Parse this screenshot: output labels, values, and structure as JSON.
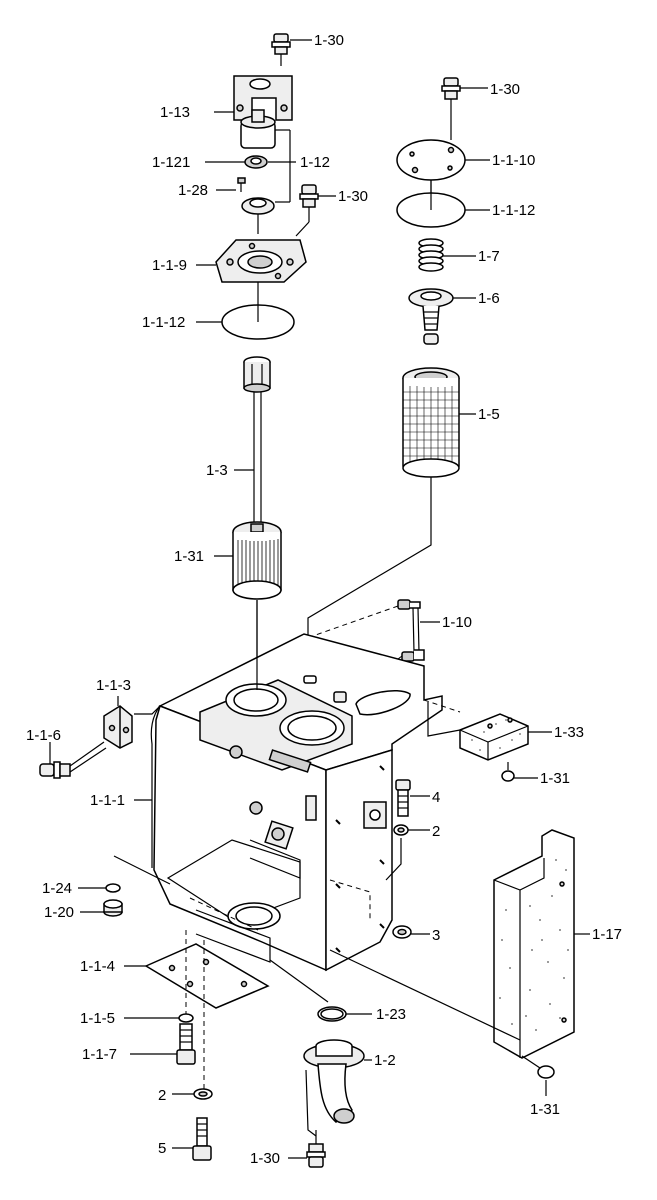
{
  "labels": {
    "l1_30a": "1-30",
    "l1_13": "1-13",
    "l1_121": "1-121",
    "l1_12": "1-12",
    "l1_28": "1-28",
    "l1_30b": "1-30",
    "l1_1_9": "1-1-9",
    "l1_1_12a": "1-1-12",
    "l1_3": "1-3",
    "l1_31a": "1-31",
    "l1_30c": "1-30",
    "l1_1_10": "1-1-10",
    "l1_1_12b": "1-1-12",
    "l1_7": "1-7",
    "l1_6": "1-6",
    "l1_5": "1-5",
    "l1_10": "1-10",
    "l1_1_3": "1-1-3",
    "l1_1_6": "1-1-6",
    "l1_33": "1-33",
    "l1_31b": "1-31",
    "l1_1_1": "1-1-1",
    "l4": "4",
    "l2a": "2",
    "l1_24": "1-24",
    "l1_20": "1-20",
    "l3": "3",
    "l1_17": "1-17",
    "l1_1_4": "1-1-4",
    "l1_1_5": "1-1-5",
    "l1_23": "1-23",
    "l1_1_7": "1-1-7",
    "l1_2": "1-2",
    "l2b": "2",
    "l1_31c": "1-31",
    "l5": "5",
    "l1_30d": "1-30"
  }
}
